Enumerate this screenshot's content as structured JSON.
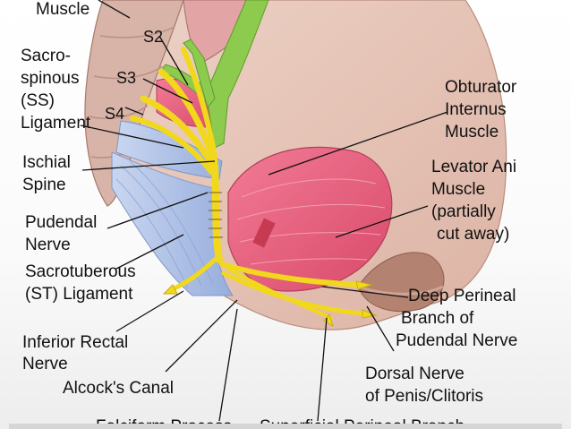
{
  "labels": {
    "muscle_top": "Muscle",
    "s2": "S2",
    "s3": "S3",
    "s4": "S4",
    "ss_l1": "Sacro-",
    "ss_l2": "spinous",
    "ss_l3": "(SS)",
    "ss_l4": "Ligament",
    "obt_l1": "Obturator",
    "obt_l2": "Internus",
    "obt_l3": "Muscle",
    "isch_l1": "Ischial",
    "isch_l2": "Spine",
    "lev_l1": "Levator Ani",
    "lev_l2": "Muscle",
    "lev_l3": "(partially",
    "lev_l4": "cut away)",
    "pud_l1": "Pudendal",
    "pud_l2": "Nerve",
    "st_l1": "Sacrotuberous",
    "st_l2": "(ST) Ligament",
    "deep_l1": "Deep Perineal",
    "deep_l2": "Branch of",
    "deep_l3": "Pudendal Nerve",
    "irn_l1": "Inferior Rectal",
    "irn_l2": "Nerve",
    "dorsal_l1": "Dorsal Nerve",
    "dorsal_l2": "of Penis/Clitoris",
    "alcock": "Alcock's Canal",
    "falciform": "Falciform Process",
    "bottom_cut": "Superficial Perineal Branch"
  },
  "colors": {
    "skin": "#e6c4b6",
    "muscle_red": "#e4607e",
    "nerve_yellow": "#f2d81d",
    "vessel_green": "#8ccc4e",
    "ligament_blue": "#aabde0",
    "sacrum": "#d9b8ad"
  }
}
